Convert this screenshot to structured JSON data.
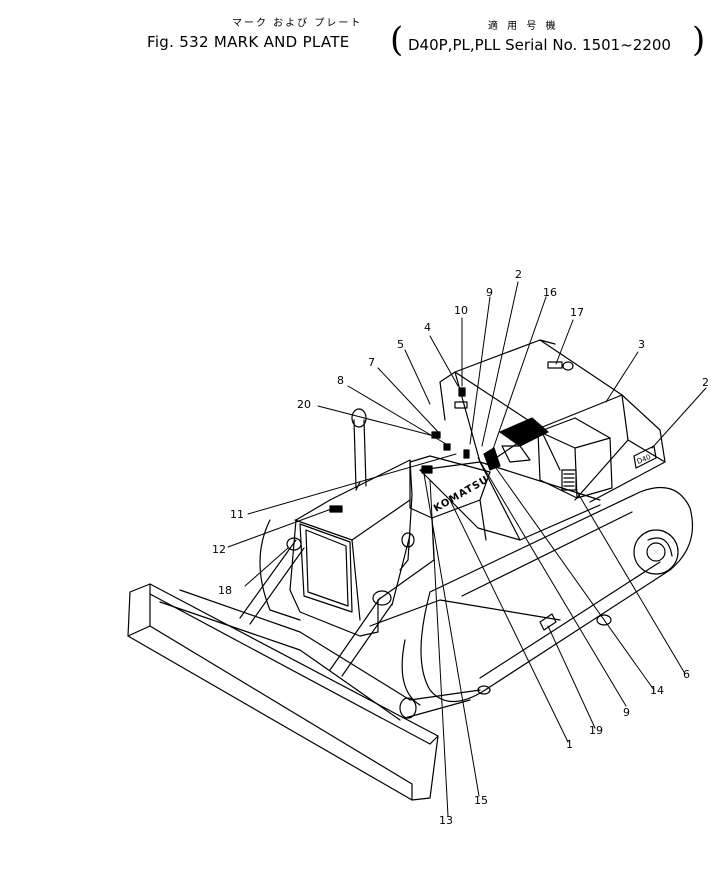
{
  "header": {
    "ja_title": "マーク  および  プレート",
    "ja_serial": "適 用 号 機",
    "fig_label": "Fig. 532  MARK AND PLATE",
    "serial_text": "D40P,PL,PLL Serial No. 1501~2200"
  },
  "callouts": [
    "1",
    "2",
    "3",
    "4",
    "5",
    "6",
    "7",
    "8",
    "9",
    "10",
    "11",
    "12",
    "13",
    "14",
    "15",
    "16",
    "17",
    "18",
    "19",
    "20"
  ],
  "decals": {
    "komatsu": "KOMATSU",
    "model": "D40"
  }
}
